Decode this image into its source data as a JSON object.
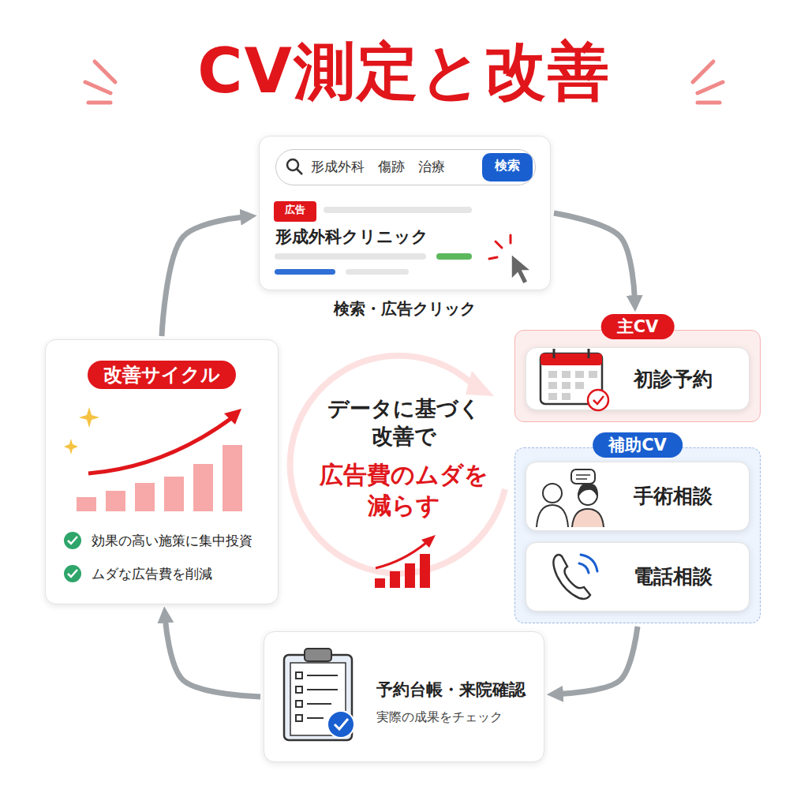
{
  "diagram": {
    "title": "CV測定と改善",
    "nodes": [
      {
        "text": [
          "形成外科クリニック",
          "検索・広告クリック"
        ]
      },
      {
        "text": [
          "形成外科　傷跡　治療"
        ],
        "in": 0
      },
      {
        "text": [
          "検索"
        ],
        "in": 1
      },
      {
        "text": [
          "広告"
        ],
        "in": 0
      },
      {
        "text": [
          "主CV"
        ]
      },
      {
        "text": [
          "初診予約"
        ],
        "in": 4
      },
      {
        "text": [
          "補助CV"
        ]
      },
      {
        "text": [
          "手術相談"
        ],
        "in": 6
      },
      {
        "text": [
          "電話相談"
        ],
        "in": 6
      },
      {
        "text": [
          "予約台帳・来院確認",
          "実際の成果をチェック"
        ]
      },
      {
        "text": [
          "改善サイクル",
          "効果の高い施策に集中投資",
          "ムダな広告費を削減"
        ]
      }
    ],
    "edges": [
      {
        "from": 0,
        "to": 4,
        "arrow": "to"
      },
      {
        "from": 6,
        "to": 9,
        "arrow": "to"
      },
      {
        "from": 9,
        "to": 10,
        "arrow": "to"
      },
      {
        "from": 10,
        "to": 0,
        "arrow": "to"
      }
    ],
    "labels": [
      "データに基づく 改善で",
      "広告費のムダを 減らす"
    ]
  }
}
